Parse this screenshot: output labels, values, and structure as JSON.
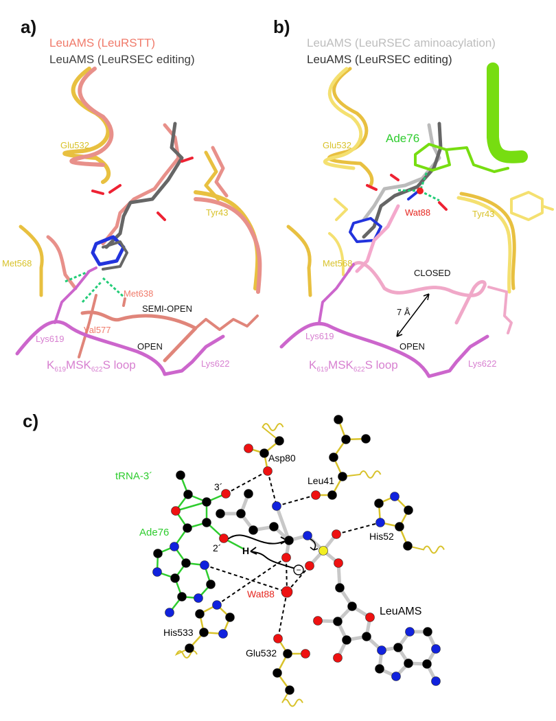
{
  "colors": {
    "leurstt": "#f07a6a",
    "editing": "#404040",
    "aminoacylation": "#bdbdbd",
    "residue_yellow": "#d8c22a",
    "loop_pink": "#d77fd0",
    "trna_green": "#2ecc2e",
    "wat88_red": "#e5261f",
    "hbond": "#22cc77",
    "carbon": "#000000",
    "oxygen": "#ee1111",
    "nitrogen": "#1122dd",
    "sulfur": "#f2ee22"
  },
  "panel_a": {
    "letter": "a)",
    "legend": [
      "LeuAMS (LeuRSTT)",
      "LeuAMS (LeuRSEC editing)"
    ],
    "residues": {
      "glu532": "Glu532",
      "tyr43": "Tyr43",
      "met568": "Met568",
      "met638": "Met638",
      "val577": "Val577",
      "lys619": "Lys619",
      "lys622": "Lys622"
    },
    "states": {
      "semi_open": "SEMI-OPEN",
      "open": "OPEN"
    },
    "loop": {
      "k": "K",
      "n1": "619",
      "msk": "MSK",
      "n2": "622",
      "s": "S loop"
    }
  },
  "panel_b": {
    "letter": "b)",
    "legend": [
      "LeuAMS (LeuRSEC aminoacylation)",
      "LeuAMS (LeuRSEC editing)"
    ],
    "residues": {
      "ade76": "Ade76",
      "glu532": "Glu532",
      "wat88": "Wat88",
      "tyr43": "Tyr43",
      "met568": "Met568",
      "lys619": "Lys619",
      "lys622": "Lys622"
    },
    "states": {
      "closed": "CLOSED",
      "open": "OPEN",
      "distance": "7 Å"
    },
    "loop": {
      "k": "K",
      "n1": "619",
      "msk": "MSK",
      "n2": "622",
      "s": "S loop"
    }
  },
  "panel_c": {
    "letter": "c)",
    "labels": {
      "trna": "tRNA-3´",
      "three_prime": "3´",
      "two_prime": "2´",
      "ade76": "Ade76",
      "h": "H",
      "asp80": "Asp80",
      "leu41": "Leu41",
      "his52": "His52",
      "wat88": "Wat88",
      "his533": "His533",
      "glu532": "Glu532",
      "leuams": "LeuAMS",
      "minus": "−"
    }
  }
}
